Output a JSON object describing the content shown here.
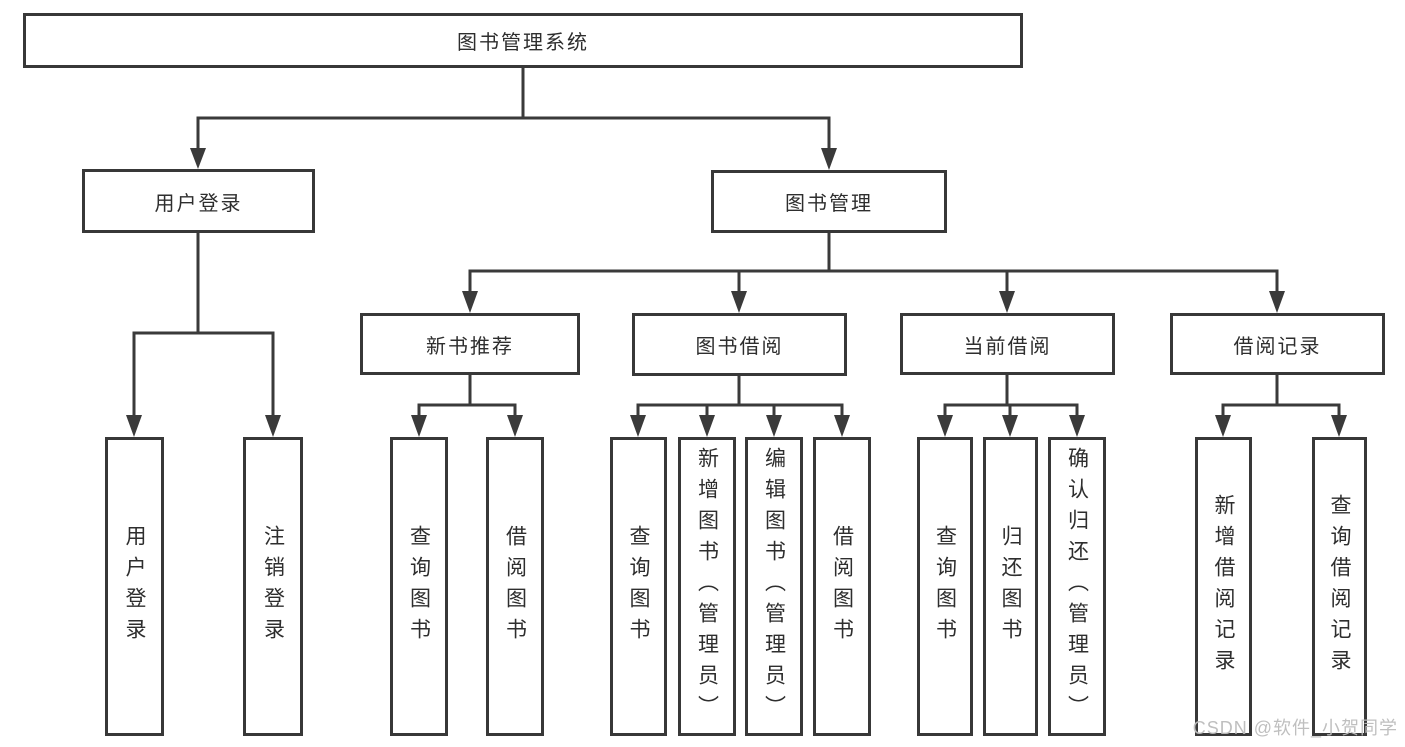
{
  "colors": {
    "background": "#ffffff",
    "line": "#3a3a3a",
    "box_border": "#383838",
    "box_fill": "#ffffff",
    "text": "#2e2e2e",
    "watermark": "#bcbcbc"
  },
  "watermark": {
    "text": "CSDN @软件_小贺同学"
  },
  "tree": {
    "root": {
      "label": "图书管理系统"
    },
    "branches": [
      {
        "label": "用户登录",
        "leaves": [
          {
            "label": "用户登录"
          },
          {
            "label": "注销登录"
          }
        ]
      },
      {
        "label": "图书管理",
        "groups": [
          {
            "label": "新书推荐",
            "leaves": [
              {
                "label": "查询图书"
              },
              {
                "label": "借阅图书"
              }
            ]
          },
          {
            "label": "图书借阅",
            "leaves": [
              {
                "label": "查询图书"
              },
              {
                "label": "新增图书（管理员）"
              },
              {
                "label": "编辑图书（管理员）"
              },
              {
                "label": "借阅图书"
              }
            ]
          },
          {
            "label": "当前借阅",
            "leaves": [
              {
                "label": "查询图书"
              },
              {
                "label": "归还图书"
              },
              {
                "label": "确认归还（管理员）"
              }
            ]
          },
          {
            "label": "借阅记录",
            "leaves": [
              {
                "label": "新增借阅记录"
              },
              {
                "label": "查询借阅记录"
              }
            ]
          }
        ]
      }
    ]
  }
}
